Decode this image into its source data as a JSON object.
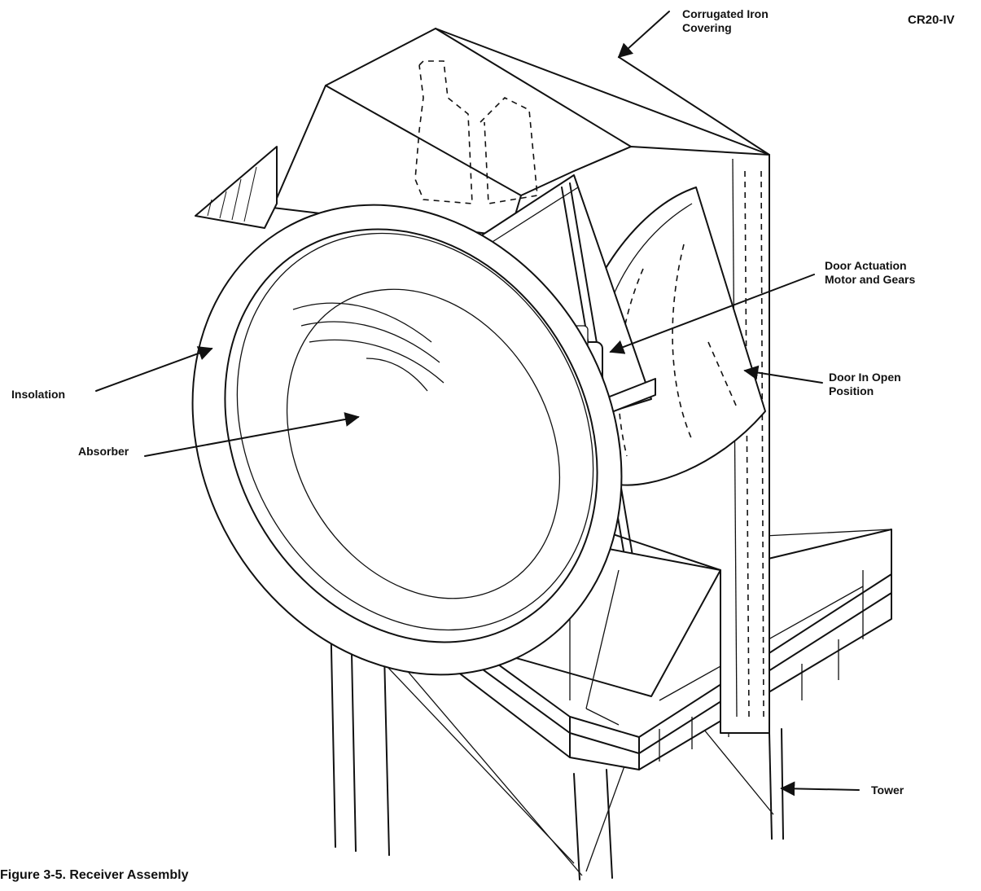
{
  "figure": {
    "id": "CR20-IV",
    "caption": "Figure 3-5.  Receiver Assembly"
  },
  "callouts": {
    "corrugated_iron": [
      "Corrugated Iron",
      "Covering"
    ],
    "door_motor": [
      "Door Actuation",
      "Motor and Gears"
    ],
    "door_open": [
      "Door In Open",
      "Position"
    ],
    "insolation": "Insolation",
    "absorber": "Absorber",
    "tower": "Tower"
  }
}
